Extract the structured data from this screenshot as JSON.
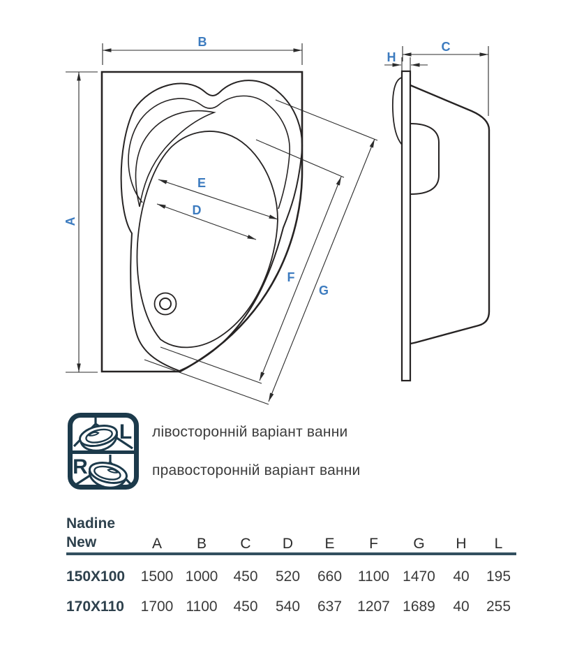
{
  "drawing": {
    "labels": {
      "a": "A",
      "b": "B",
      "c": "C",
      "d": "D",
      "e": "E",
      "f": "F",
      "g": "G",
      "h": "H"
    },
    "label_color": "#3c7bbf",
    "line_color": "#262323",
    "dim_color": "#2b2b2b"
  },
  "variants": {
    "badge_left_letter": "L",
    "badge_right_letter": "R",
    "badge_color": "#1c3a4b",
    "left_label": "лівосторонній варіант ванни",
    "right_label": "правосторонній варіант ванни"
  },
  "spec_table": {
    "model_name_line1": "Nadine",
    "model_name_line2": "New",
    "columns": [
      "A",
      "B",
      "C",
      "D",
      "E",
      "F",
      "G",
      "H",
      "L"
    ],
    "rows": [
      {
        "size": "150X100",
        "values": [
          "1500",
          "1000",
          "450",
          "520",
          "660",
          "1100",
          "1470",
          "40",
          "195"
        ]
      },
      {
        "size": "170X110",
        "values": [
          "1700",
          "1100",
          "450",
          "540",
          "637",
          "1207",
          "1689",
          "40",
          "255"
        ]
      }
    ]
  }
}
